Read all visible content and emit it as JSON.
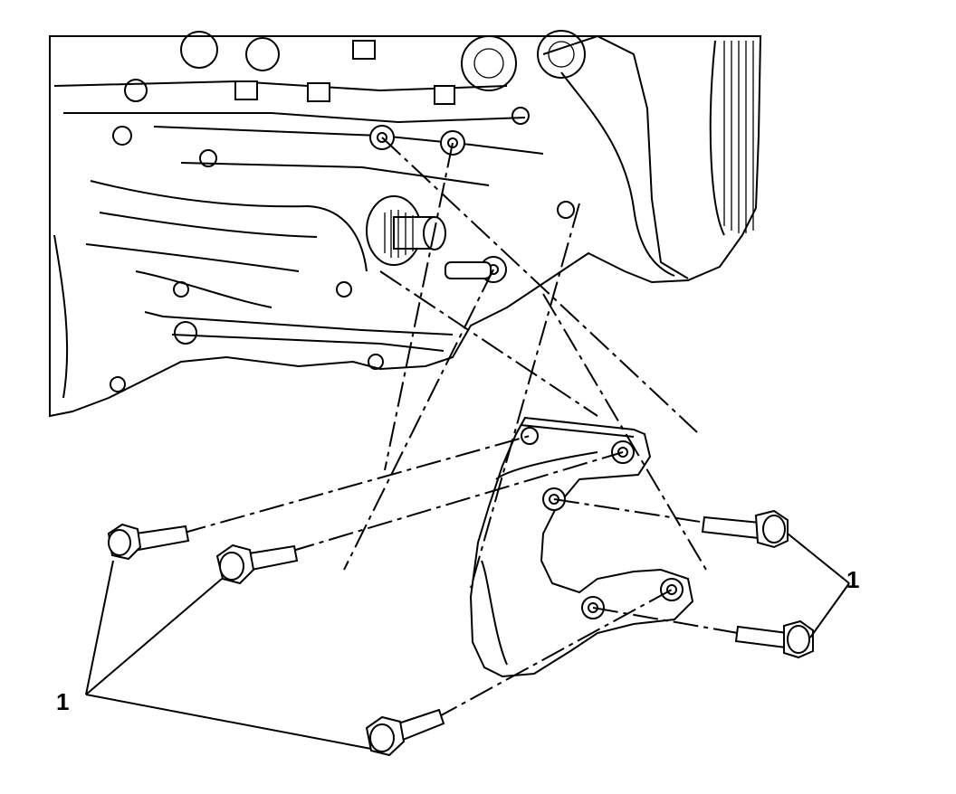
{
  "diagram": {
    "callouts": [
      {
        "id": "left",
        "text": "1"
      },
      {
        "id": "right",
        "text": "1"
      }
    ]
  }
}
